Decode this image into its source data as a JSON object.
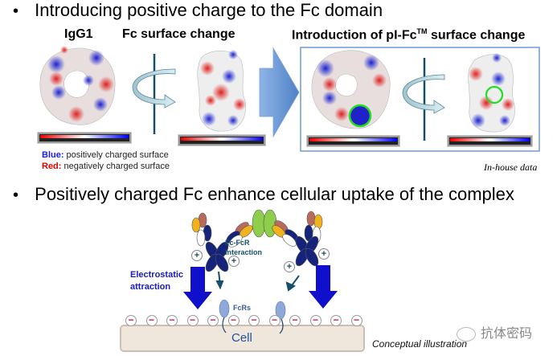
{
  "bullets": [
    {
      "symbol": "•",
      "text": "Introducing positive charge to the Fc domain"
    },
    {
      "symbol": "•",
      "text": "Positively charged Fc enhance cellular uptake of the complex"
    }
  ],
  "top_panel": {
    "labels": {
      "igg1": "IgG1",
      "fc_surface": "Fc surface change",
      "pifc_prefix": "Introduction of pI-Fc",
      "pifc_tm": "TM",
      "pifc_suffix": " surface change"
    },
    "legend": {
      "blue_key": "Blue:",
      "blue_text": " positively charged surface",
      "red_key": "Red:",
      "red_text": " negatively charged surface"
    },
    "source": "In-house data",
    "colors": {
      "positive": "#1a1aff",
      "negative": "#e60000",
      "highlight": "#22dd22"
    }
  },
  "bottom_panel": {
    "electrostatic_line1": "Electrostatic",
    "electrostatic_line2": "attraction",
    "fcfcr_line1": "Fc-FcR",
    "fcfcr_line2": "Interaction",
    "fcrs": "FcRs",
    "cell": "Cell",
    "plus": "+",
    "minus": "−",
    "caption": "Conceptual illustration"
  },
  "watermark": "抗体密码"
}
